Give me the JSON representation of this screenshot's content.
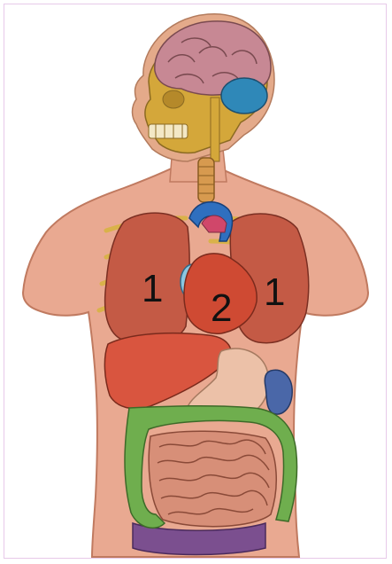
{
  "diagram": {
    "labels": {
      "left_lung": "1",
      "heart": "2",
      "right_lung": "1"
    },
    "colors": {
      "skin": "#e9a991",
      "brain": "#c78894",
      "skull": "#d4a73a",
      "eye": "#2f88b8",
      "lung": "#c45a45",
      "heart": "#cf4a33",
      "aorta": "#2f6fbf",
      "liver": "#d9553f",
      "stomach": "#ecc1a8",
      "large_intestine": "#6fae4e",
      "small_intestine": "#d78f78",
      "pelvis": "#7b4f8f",
      "kidney": "#4a67a8",
      "trachea": "#d79a4f",
      "ribs": "#d9b24a"
    }
  }
}
